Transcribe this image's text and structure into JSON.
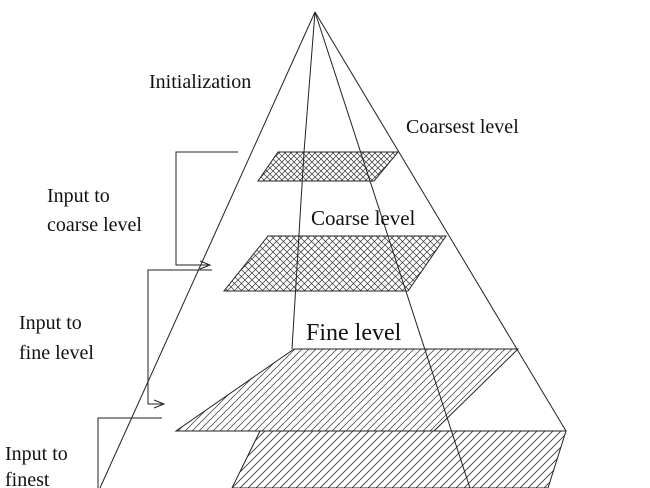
{
  "labels": {
    "initialization": "Initialization",
    "coarsest_level": "Coarsest level",
    "coarse_level": "Coarse level",
    "fine_level": "Fine level",
    "input_coarse": [
      "Input to",
      "coarse level"
    ],
    "input_fine": [
      "Input to",
      "fine level"
    ],
    "input_finest": [
      "Input to",
      "finest"
    ]
  },
  "colors": {
    "line": "#222222",
    "background": "#ffffff"
  }
}
